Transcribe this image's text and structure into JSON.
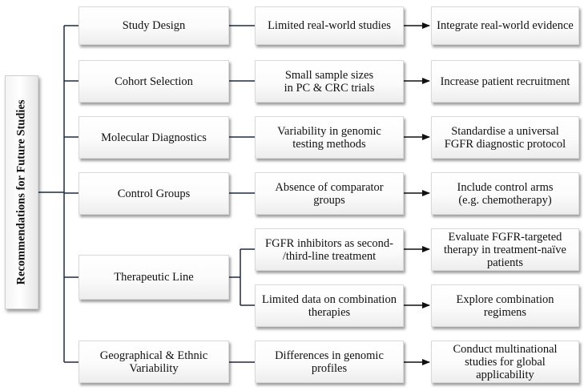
{
  "root": "Recommendations for Future Studies",
  "categories": [
    {
      "label": "Study Design"
    },
    {
      "label": "Cohort Selection"
    },
    {
      "label": "Molecular Diagnostics"
    },
    {
      "label": "Control Groups"
    },
    {
      "label": "Therapeutic Line"
    },
    {
      "label": "Geographical & Ethnic\nVariability"
    }
  ],
  "issues": [
    {
      "label": "Limited real-world studies"
    },
    {
      "label": "Small sample sizes\nin PC & CRC trials"
    },
    {
      "label": "Variability in genomic\ntesting methods"
    },
    {
      "label": "Absence of comparator\ngroups"
    },
    {
      "label": "FGFR inhibitors as second-\n/third-line treatment"
    },
    {
      "label": "Limited data on combination\ntherapies"
    },
    {
      "label": "Differences in genomic\nprofiles"
    }
  ],
  "recommendations": [
    {
      "label": "Integrate real-world evidence"
    },
    {
      "label": "Increase patient recruitment"
    },
    {
      "label": "Standardise a universal\nFGFR diagnostic protocol"
    },
    {
      "label": "Include control arms\n(e.g. chemotherapy)"
    },
    {
      "label": "Evaluate FGFR-targeted\ntherapy in treatment-naïve\npatients"
    },
    {
      "label": "Explore combination\nregimens"
    },
    {
      "label": "Conduct multinational\nstudies for global\napplicability"
    }
  ],
  "colors": {
    "line": "#1f2a44",
    "arrow": "#111111"
  }
}
